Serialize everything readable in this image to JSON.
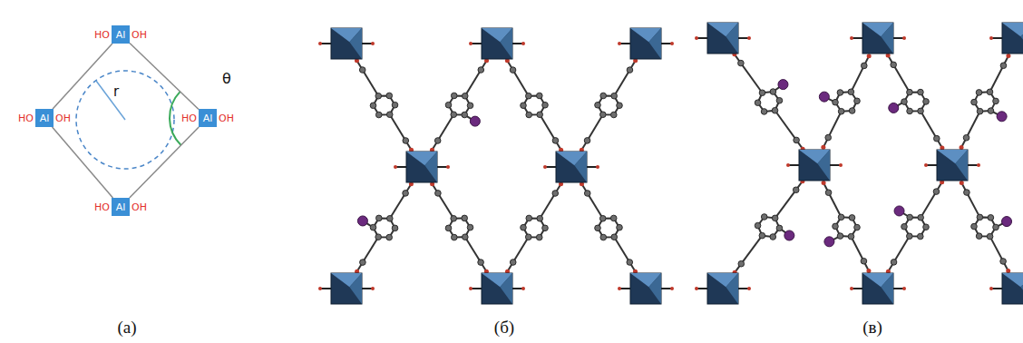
{
  "diagram": {
    "nodes": [
      {
        "text": [
          "HO",
          "Al",
          "OH"
        ]
      },
      {
        "text": [
          "HO",
          "Al",
          "OH"
        ]
      },
      {
        "text": [
          "HO",
          "Al",
          "OH"
        ]
      },
      {
        "text": [
          "HO",
          "Al",
          "OH"
        ]
      }
    ],
    "edges": [
      {
        "from": 0,
        "to": 1,
        "arrow": "none"
      },
      {
        "from": 0,
        "to": 2,
        "arrow": "none"
      },
      {
        "from": 1,
        "to": 3,
        "arrow": "none"
      },
      {
        "from": 2,
        "to": 3,
        "arrow": "none"
      }
    ],
    "labels": [
      "r",
      "θ",
      "(а)",
      "(б)",
      "(в)"
    ]
  }
}
